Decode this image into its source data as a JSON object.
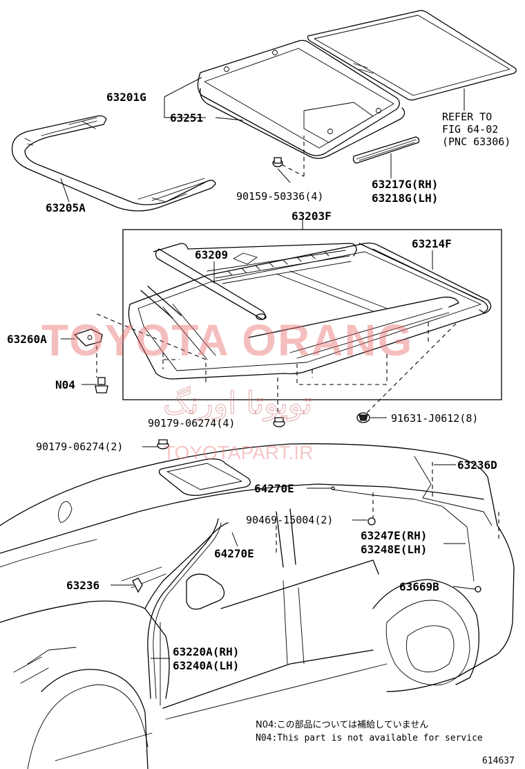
{
  "callouts": {
    "p63201G": "63201G",
    "p63251": "63251",
    "refer1": "REFER TO",
    "refer2": "FIG 64-02",
    "refer3": "(PNC 63306)",
    "p63205A": "63205A",
    "p90159": "90159-50336(4)",
    "p63217G": "63217G(RH)",
    "p63218G": "63218G(LH)",
    "p63203F": "63203F",
    "p63209": "63209",
    "p63214F": "63214F",
    "p63260A": "63260A",
    "pN04": "N04",
    "p90179a": "90179-06274(4)",
    "p91631": "91631-J0612(8)",
    "p90179b": "90179-06274(2)",
    "p63236D": "63236D",
    "p64270Ea": "64270E",
    "p90469": "90469-15004(2)",
    "p63247E": "63247E(RH)",
    "p63248E": "63248E(LH)",
    "p64270Eb": "64270E",
    "p63236": "63236",
    "p63669B": "63669B",
    "p63220A": "63220A(RH)",
    "p63240A": "63240A(LH)"
  },
  "notes": {
    "jp": "N04:この部品については補給していません",
    "en": "N04:This part is not available for service"
  },
  "figure_code": "614637",
  "watermarks": {
    "brand": "TOYOTA ORANG",
    "persian": "تویوتا اورنگ",
    "url": "TOYOTAPART.IR"
  }
}
